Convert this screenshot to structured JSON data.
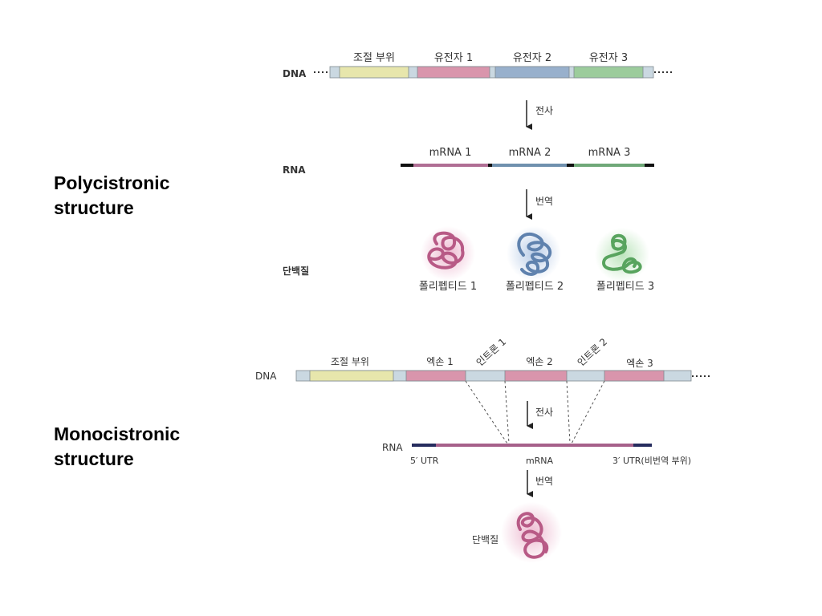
{
  "polycistronic": {
    "title_line1": "Polycistronic",
    "title_line2": "structure",
    "row_dna": "DNA",
    "row_rna": "RNA",
    "row_protein": "단백질",
    "dna_regions": [
      "조절 부위",
      "유전자 1",
      "유전자 2",
      "유전자 3"
    ],
    "step_transcription": "전사",
    "mrnas": [
      "mRNA 1",
      "mRNA 2",
      "mRNA 3"
    ],
    "step_translation": "번역",
    "polypeptides": [
      "폴리펩티드 1",
      "폴리펩티드 2",
      "폴리펩티드 3"
    ]
  },
  "monocistronic": {
    "title_line1": "Monocistronic",
    "title_line2": "structure",
    "row_dna": "DNA",
    "row_rna": "RNA",
    "dna_regions": [
      "조절 부위",
      "엑손 1",
      "인트론 1",
      "엑손 2",
      "인트론 2",
      "엑손 3"
    ],
    "step_transcription": "전사",
    "utr5": "5′ UTR",
    "mrna": "mRNA",
    "utr3": "3′ UTR(비번역 부위)",
    "step_translation": "번역",
    "protein": "단백질"
  },
  "colors": {
    "regulatory": "#e7e6ac",
    "gene1": "#d995ac",
    "gene2": "#98b0cc",
    "gene3": "#9ccc9c",
    "spacer": "#cad8e1",
    "mrna1": "#b06e94",
    "mrna2": "#6f90ae",
    "mrna3": "#6fa878",
    "protein1": "#b85a86",
    "protein2": "#5f82ae",
    "protein3": "#58a45e",
    "exon": "#d995ac",
    "mono_mrna": "#a6608a",
    "utr": "#262c5e"
  }
}
